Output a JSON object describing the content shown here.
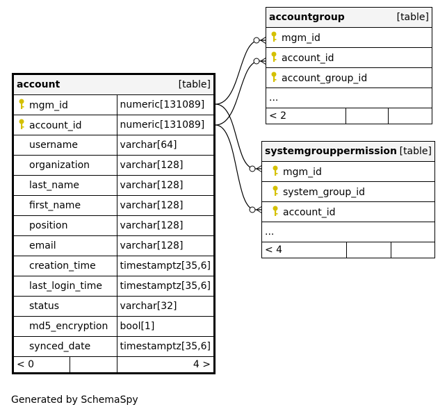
{
  "tables": {
    "account": {
      "name": "account",
      "type": "[table]",
      "columns": [
        {
          "name": "mgm_id",
          "type": "numeric[131089]",
          "key": true
        },
        {
          "name": "account_id",
          "type": "numeric[131089]",
          "key": true
        },
        {
          "name": "username",
          "type": "varchar[64]",
          "key": false
        },
        {
          "name": "organization",
          "type": "varchar[128]",
          "key": false
        },
        {
          "name": "last_name",
          "type": "varchar[128]",
          "key": false
        },
        {
          "name": "first_name",
          "type": "varchar[128]",
          "key": false
        },
        {
          "name": "position",
          "type": "varchar[128]",
          "key": false
        },
        {
          "name": "email",
          "type": "varchar[128]",
          "key": false
        },
        {
          "name": "creation_time",
          "type": "timestamptz[35,6]",
          "key": false
        },
        {
          "name": "last_login_time",
          "type": "timestamptz[35,6]",
          "key": false
        },
        {
          "name": "status",
          "type": "varchar[32]",
          "key": false
        },
        {
          "name": "md5_encryption",
          "type": "bool[1]",
          "key": false
        },
        {
          "name": "synced_date",
          "type": "timestamptz[35,6]",
          "key": false
        }
      ],
      "footer": {
        "parents": "< 0",
        "children": "4 >"
      }
    },
    "accountgroup": {
      "name": "accountgroup",
      "type": "[table]",
      "columns": [
        {
          "name": "mgm_id",
          "key": true
        },
        {
          "name": "account_id",
          "key": true
        },
        {
          "name": "account_group_id",
          "key": true
        }
      ],
      "more": "...",
      "footer": {
        "parents": "< 2"
      }
    },
    "systemgrouppermission": {
      "name": "systemgrouppermission",
      "type": "[table]",
      "columns": [
        {
          "name": "mgm_id",
          "key": true
        },
        {
          "name": "system_group_id",
          "key": true
        },
        {
          "name": "account_id",
          "key": true
        }
      ],
      "more": "...",
      "footer": {
        "parents": "< 4"
      }
    }
  },
  "colors": {
    "key_icon": "#d4c000",
    "line": "#000000",
    "header_bg": "#f4f4f4"
  },
  "generated_by": "Generated by SchemaSpy"
}
